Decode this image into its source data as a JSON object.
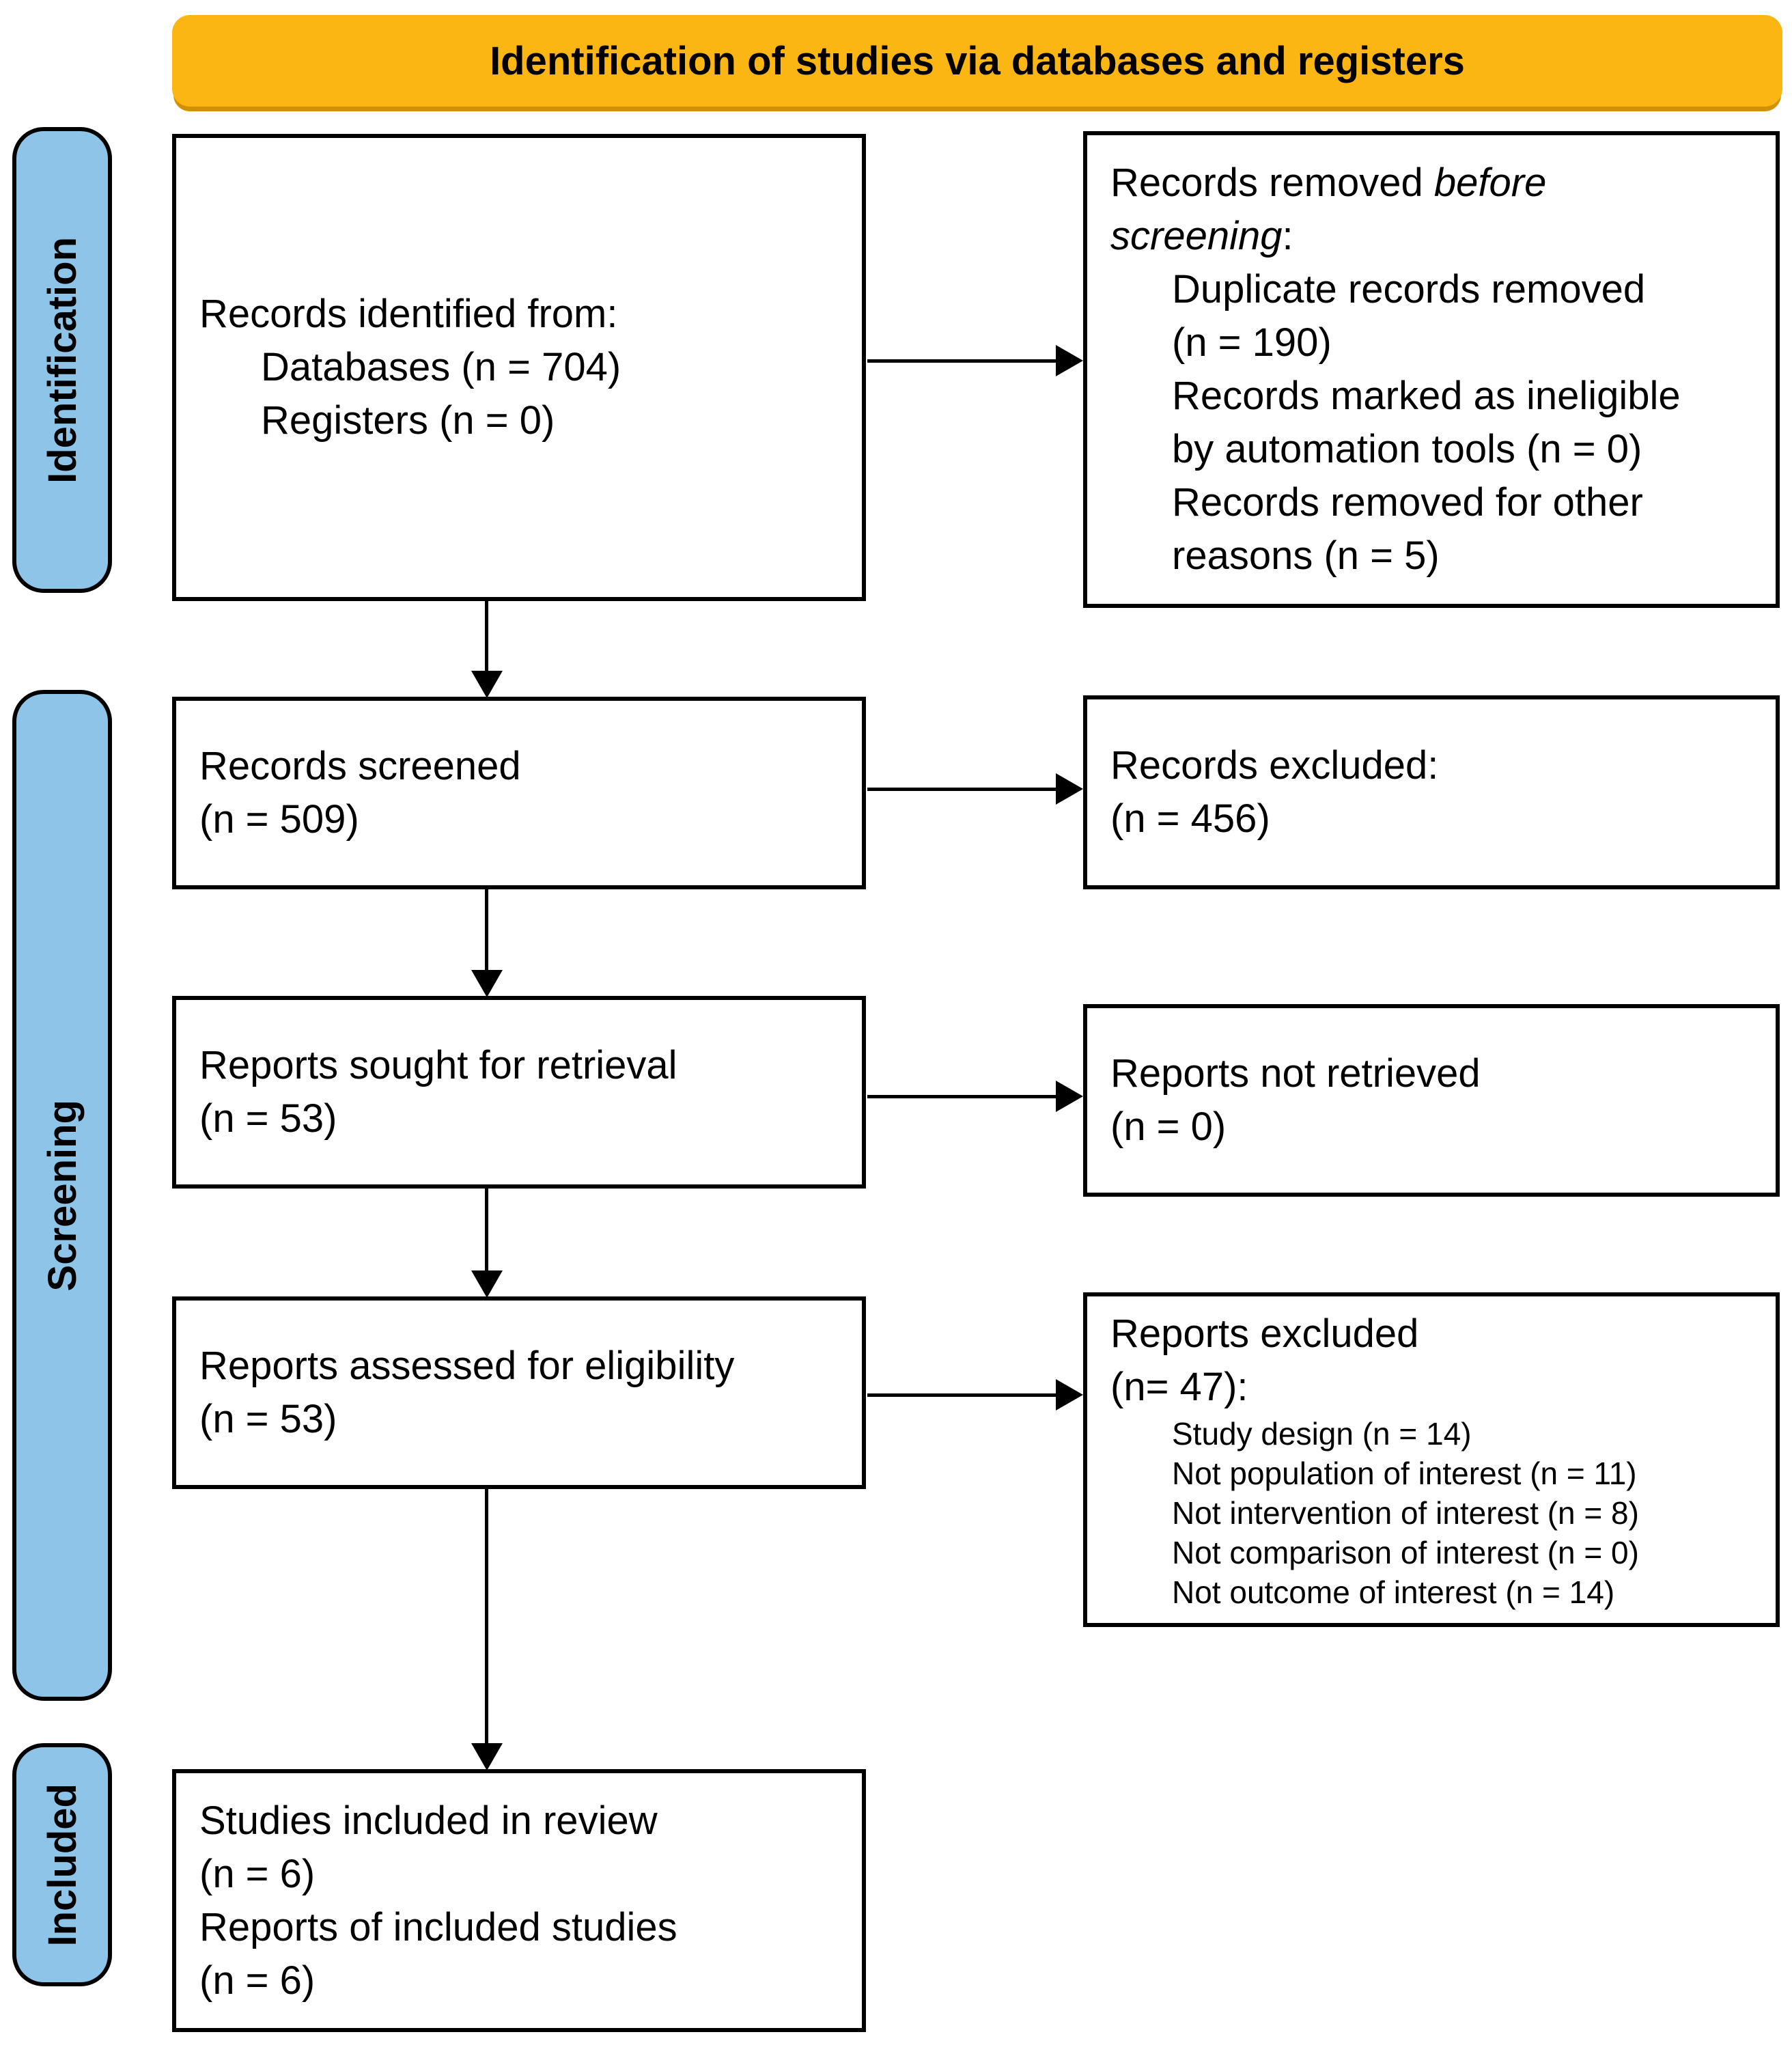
{
  "header": {
    "title": "Identification of studies via databases and registers"
  },
  "sidebar": {
    "identification": "Identification",
    "screening": "Screening",
    "included": "Included"
  },
  "boxes": {
    "identified": {
      "l1": "Records identified from:",
      "l2": "Databases (n = 704)",
      "l3": "Registers (n = 0)"
    },
    "removed": {
      "l1a": "Records removed",
      "l1b": "before",
      "l2a": "screening",
      "l2b": ":",
      "i1": "Duplicate records removed",
      "i2": "(n = 190)",
      "i3": "Records marked as ineligible",
      "i4": "by automation tools (n = 0)",
      "i5": "Records removed for other",
      "i6": "reasons (n = 5)"
    },
    "screened": {
      "l1": "Records screened",
      "l2": "(n = 509)"
    },
    "excluded": {
      "l1": "Records excluded:",
      "l2": "(n = 456)"
    },
    "sought": {
      "l1": "Reports sought for retrieval",
      "l2": "(n = 53)"
    },
    "not_retrieved": {
      "l1": "Reports not retrieved",
      "l2": "(n = 0)"
    },
    "assessed": {
      "l1": "Reports assessed for eligibility",
      "l2": "(n = 53)"
    },
    "reports_excluded": {
      "l1": "Reports excluded",
      "l2": "(n= 47):",
      "i1": "Study design (n = 14)",
      "i2": "Not population of interest (n = 11)",
      "i3": "Not intervention of interest (n = 8)",
      "i4": "Not comparison of interest (n = 0)",
      "i5": "Not outcome of interest (n = 14)"
    },
    "included_box": {
      "l1": "Studies included in review",
      "l2": "(n = 6)",
      "l3": "Reports of included studies",
      "l4": "(n = 6)"
    }
  },
  "colors": {
    "background": "#FFFFFF",
    "banner_fill": "#FBB614",
    "banner_shadow": "#D29104",
    "sidebar_fill": "#8EC4E8",
    "border_color": "#000000",
    "arrow_color": "#000000"
  }
}
